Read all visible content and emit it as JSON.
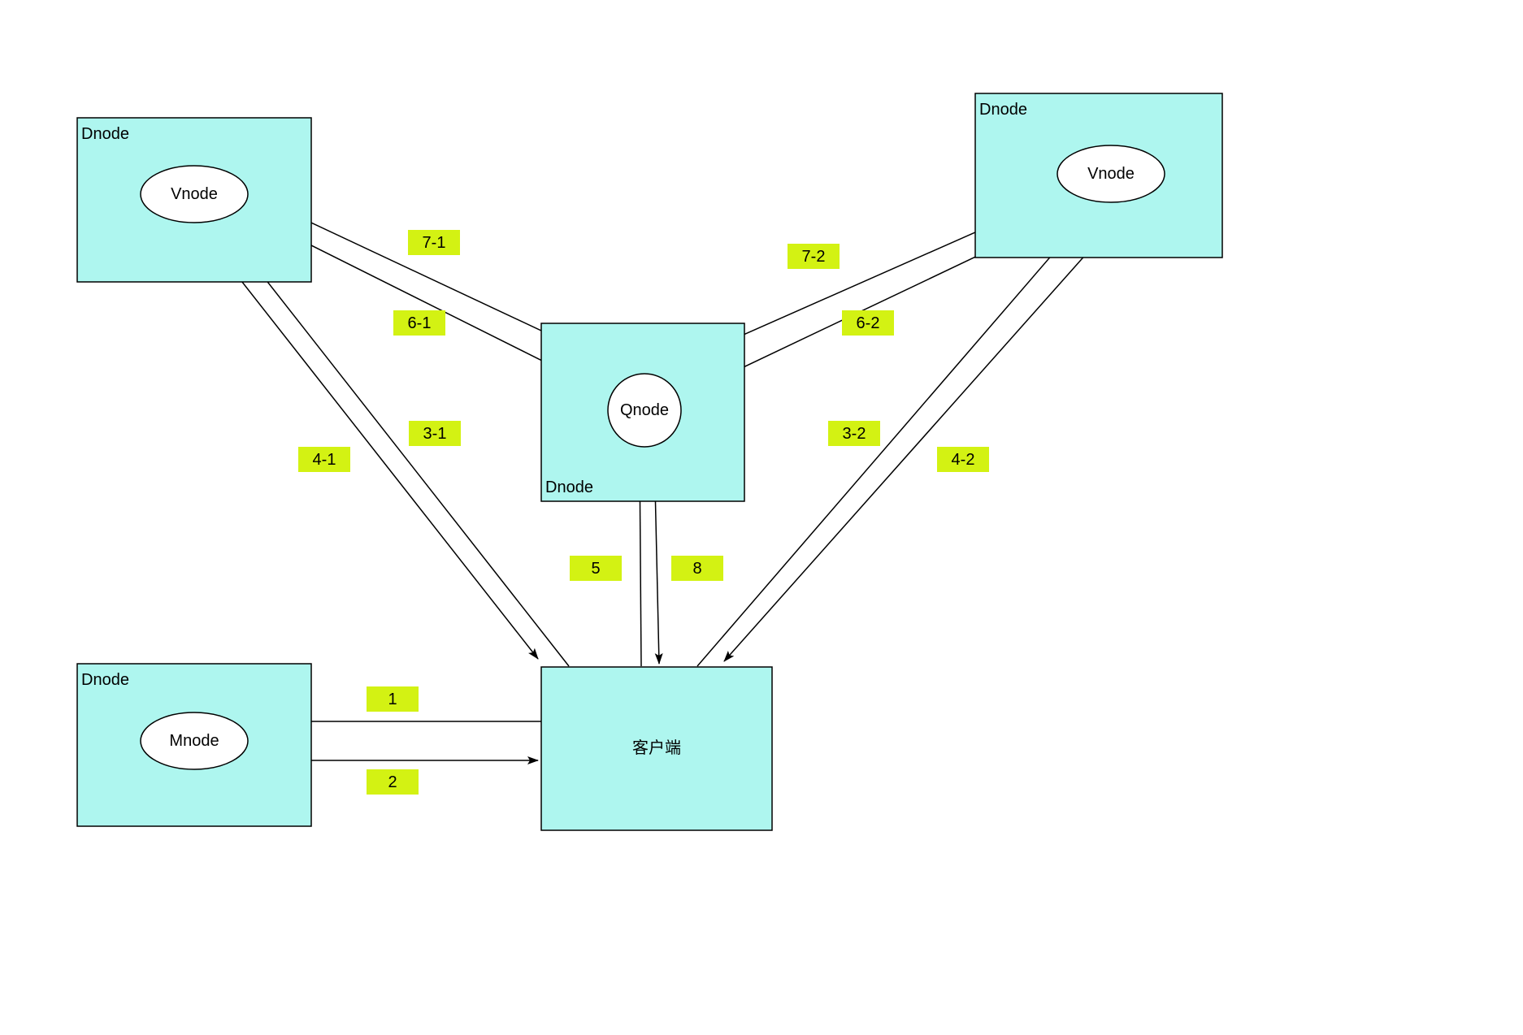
{
  "colors": {
    "page_bg": "#FFFFFF",
    "container_fill": "#AEF6EF",
    "container_stroke": "#000000",
    "shape_fill": "#FFFFFF",
    "shape_stroke": "#000000",
    "edge_color": "#000000",
    "edge_label_bg": "#D3F213",
    "text_color": "#000000"
  },
  "containers": {
    "top_left": {
      "label": "Dnode",
      "node": "Vnode"
    },
    "top_right": {
      "label": "Dnode",
      "node": "Vnode"
    },
    "middle": {
      "label": "Dnode",
      "node": "Qnode"
    },
    "bottom_left": {
      "label": "Dnode",
      "node": "Mnode"
    }
  },
  "client": {
    "label": "客户端"
  },
  "edges": {
    "e1": {
      "label": "1",
      "from": "client",
      "to": "Mnode"
    },
    "e2": {
      "label": "2",
      "from": "Mnode",
      "to": "client"
    },
    "e3_1": {
      "label": "3-1",
      "from": "client",
      "to": "Vnode-top-left"
    },
    "e4_1": {
      "label": "4-1",
      "from": "Vnode-top-left",
      "to": "client"
    },
    "e3_2": {
      "label": "3-2",
      "from": "client",
      "to": "Vnode-top-right"
    },
    "e4_2": {
      "label": "4-2",
      "from": "Vnode-top-right",
      "to": "client"
    },
    "e5": {
      "label": "5",
      "from": "client",
      "to": "Qnode"
    },
    "e8": {
      "label": "8",
      "from": "Qnode",
      "to": "client"
    },
    "e6_1": {
      "label": "6-1",
      "from": "Qnode",
      "to": "Vnode-top-left"
    },
    "e7_1": {
      "label": "7-1",
      "from": "Vnode-top-left",
      "to": "Qnode"
    },
    "e6_2": {
      "label": "6-2",
      "from": "Qnode",
      "to": "Vnode-top-right"
    },
    "e7_2": {
      "label": "7-2",
      "from": "Vnode-top-right",
      "to": "Qnode"
    }
  }
}
